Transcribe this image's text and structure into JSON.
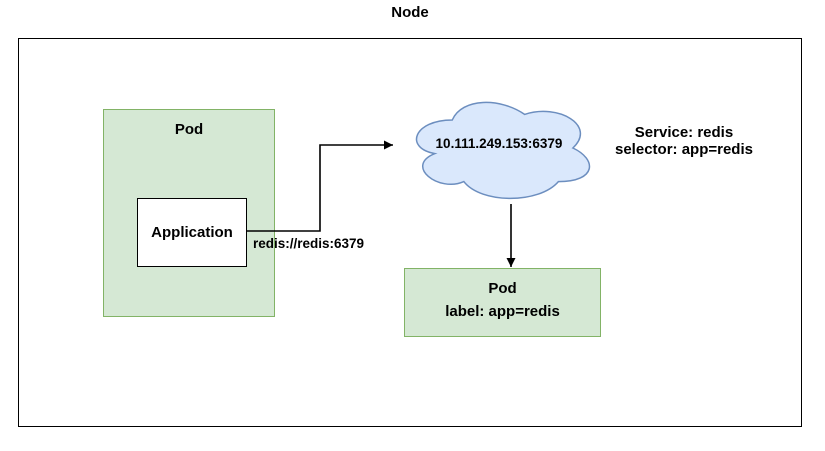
{
  "colors": {
    "pod_fill": "#d5e8d4",
    "pod_border": "#82b366",
    "cloud_fill": "#dae8fc",
    "cloud_border": "#6c8ebf",
    "node_border": "#000000",
    "arrow": "#000000",
    "background": "#ffffff"
  },
  "diagram": {
    "title": "Node",
    "pod_app": {
      "label": "Pod",
      "application_label": "Application"
    },
    "connection_label": "redis://redis:6379",
    "service_cloud_label": "10.111.249.153:6379",
    "service_annotation": {
      "line1": "Service: redis",
      "line2": "selector: app=redis"
    },
    "pod_redis": {
      "label": "Pod",
      "sublabel": "label: app=redis"
    }
  }
}
